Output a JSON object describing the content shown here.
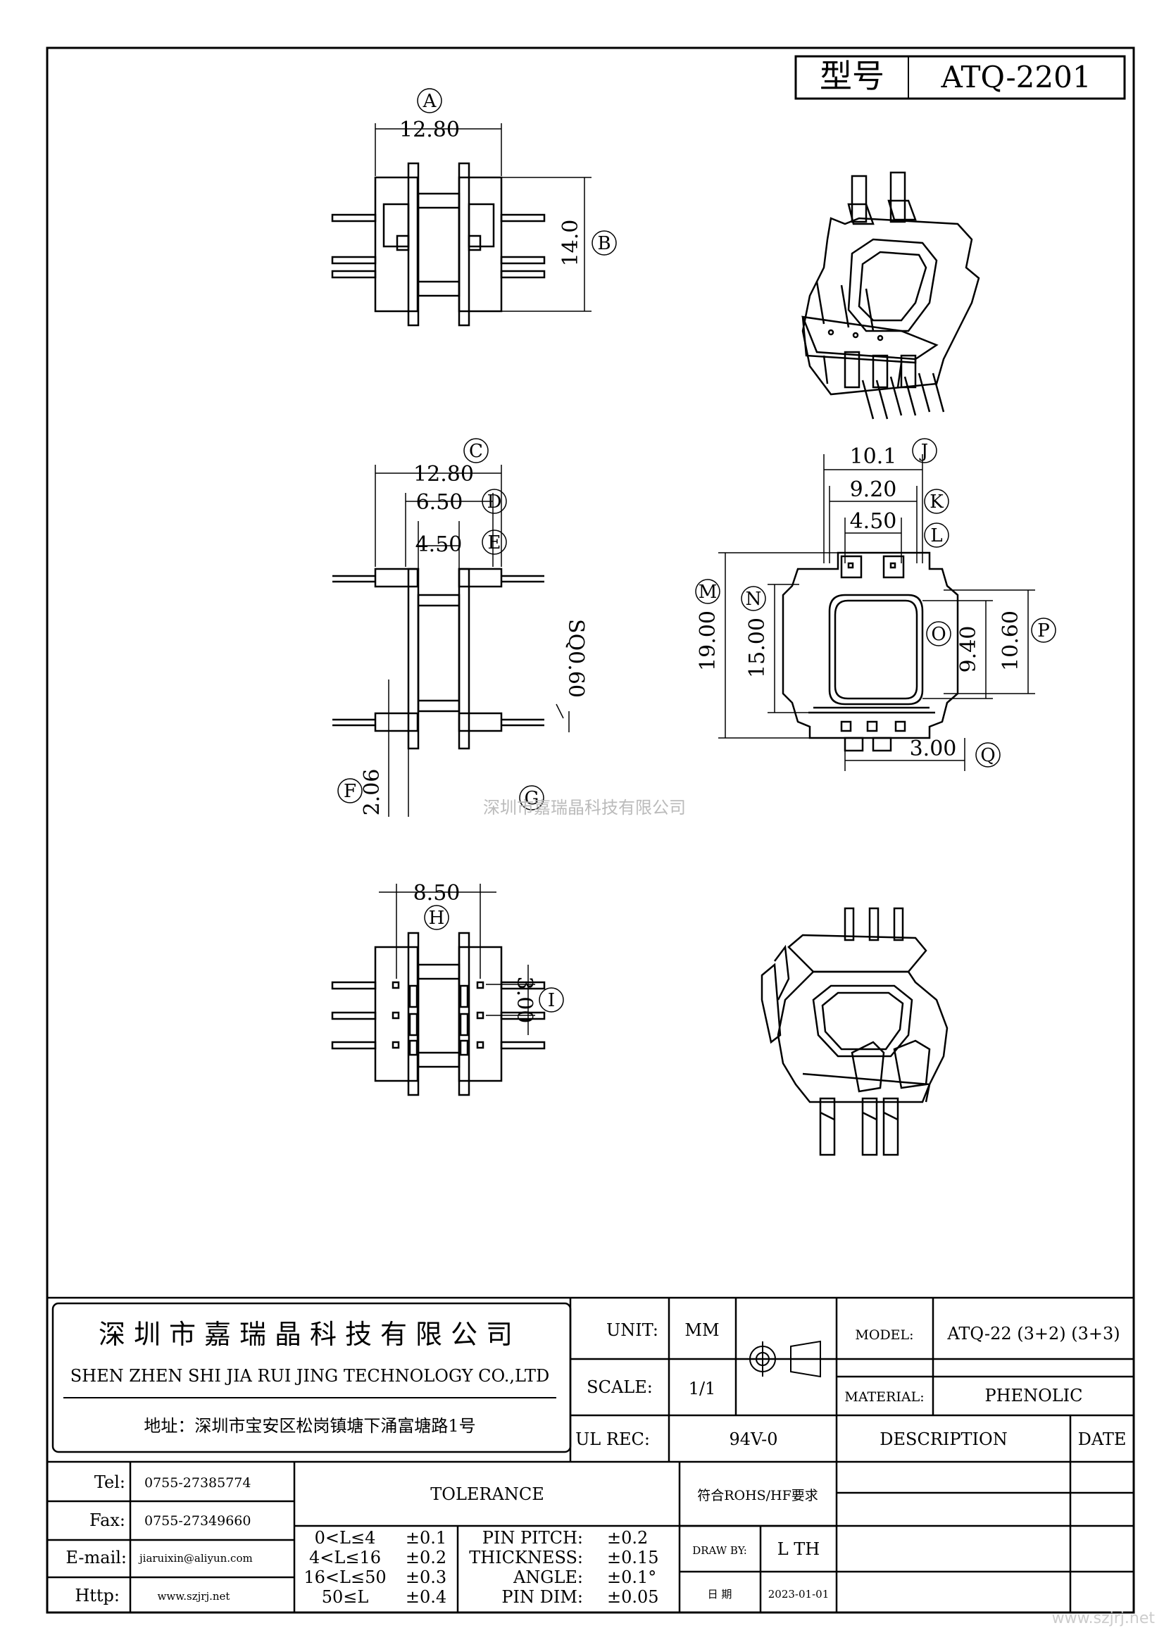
{
  "header": {
    "model_label": "型号",
    "model_value": "ATQ-2201"
  },
  "top_view": {
    "bubble_a": "A",
    "width": "12.80",
    "bubble_b": "B",
    "height": "14.0"
  },
  "side_view": {
    "bubble_c": "C",
    "width_total": "12.80",
    "bubble_d": "D",
    "width_mid": "6.50",
    "bubble_e": "E",
    "width_inner": "4.50",
    "pin_sq": "SQ0.60",
    "bubble_f": "F",
    "pin_offset": "2.06",
    "bubble_g": "G"
  },
  "front_view": {
    "bubble_j": "J",
    "dim_j": "10.1",
    "bubble_k": "K",
    "dim_k": "9.20",
    "bubble_l": "L",
    "dim_l": "4.50",
    "bubble_m": "M",
    "dim_m": "19.00",
    "bubble_n": "N",
    "dim_n": "15.00",
    "bubble_o": "O",
    "dim_o": "9.40",
    "bubble_p": "P",
    "dim_p": "10.60",
    "bubble_q": "Q",
    "dim_q": "3.00"
  },
  "bottom_view": {
    "dim_h": "8.50",
    "bubble_h": "H",
    "dim_i": "3.00",
    "bubble_i": "I"
  },
  "watermark": "深圳市嘉瑞晶科技有限公司",
  "corner_watermark": "www.szjrj.net",
  "title_block": {
    "company_cn": "深圳市嘉瑞晶科技有限公司",
    "company_en": "SHEN ZHEN SHI  JIA RUI JING  TECHNOLOGY CO.,LTD",
    "address": "地址：深圳市宝安区松岗镇塘下涌富塘路1号",
    "unit_label": "UNIT:",
    "unit_value": "MM",
    "scale_label": "SCALE:",
    "scale_value": "1/1",
    "model_label": "MODEL:",
    "model_value": "ATQ-22 (3+2) (3+3)",
    "material_label": "MATERIAL:",
    "material_value": "PHENOLIC",
    "ul_label": "UL REC:",
    "ul_value": "94V-0",
    "description_label": "DESCRIPTION",
    "date_label": "DATE",
    "tel_label": "Tel:",
    "tel_value": "0755-27385774",
    "fax_label": "Fax:",
    "fax_value": "0755-27349660",
    "email_label": "E-mail:",
    "email_value": "jiaruixin@aliyun.com",
    "http_label": "Http:",
    "http_value": "www.szjrj.net",
    "tolerance_title": "TOLERANCE",
    "tol_rows": [
      {
        "range": "0<L≤4",
        "value": "±0.1"
      },
      {
        "range": "4<L≤16",
        "value": "±0.2"
      },
      {
        "range": "16<L≤50",
        "value": "±0.3"
      },
      {
        "range": "50≤L",
        "value": "±0.4"
      }
    ],
    "spec_rows": [
      {
        "label": "PIN PITCH:",
        "value": "±0.2"
      },
      {
        "label": "THICKNESS:",
        "value": "±0.15"
      },
      {
        "label": "ANGLE:",
        "value": "±0.1°"
      },
      {
        "label": "PIN DIM:",
        "value": "±0.05"
      }
    ],
    "rohs": "符合ROHS/HF要求",
    "draw_label": "DRAW BY:",
    "draw_value": "L TH",
    "date_cn_label": "日 期",
    "date_value": "2023-01-01"
  }
}
